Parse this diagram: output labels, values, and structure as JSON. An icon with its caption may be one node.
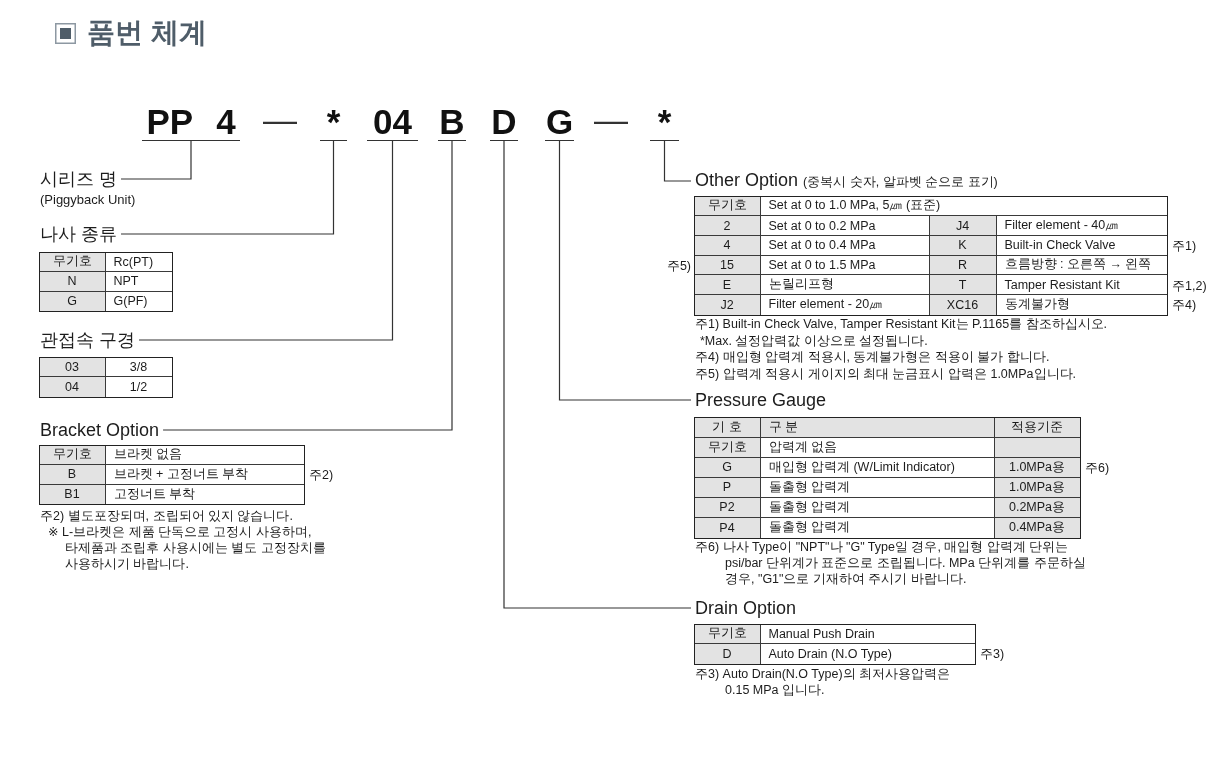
{
  "diagram": {
    "title": "품번 체계",
    "nodes": [
      {
        "text": [
          "PP 4"
        ]
      },
      {
        "text": [
          "*"
        ]
      },
      {
        "text": [
          "04"
        ]
      },
      {
        "text": [
          "B"
        ]
      },
      {
        "text": [
          "D"
        ]
      },
      {
        "text": [
          "G"
        ]
      },
      {
        "text": [
          "*"
        ]
      },
      {
        "text": [
          "시리즈 명"
        ],
        "beside": [
          "(Piggyback Unit)"
        ]
      },
      {
        "text": [
          "나사 종류"
        ]
      },
      {
        "text": [
          "관접속 구경"
        ]
      },
      {
        "text": [
          "Bracket Option"
        ]
      },
      {
        "text": [
          "Other Option",
          "(중복시 숫자, 알파벳 순으로 표기)"
        ]
      },
      {
        "text": [
          "Pressure Gauge"
        ]
      },
      {
        "text": [
          "Drain Option"
        ]
      }
    ],
    "edges": [
      {
        "from": 0,
        "to": 7,
        "arrow": "none"
      },
      {
        "from": 1,
        "to": 8,
        "arrow": "none"
      },
      {
        "from": 2,
        "to": 9,
        "arrow": "none"
      },
      {
        "from": 3,
        "to": 10,
        "arrow": "none"
      },
      {
        "from": 6,
        "to": 11,
        "arrow": "none"
      },
      {
        "from": 5,
        "to": 12,
        "arrow": "none"
      },
      {
        "from": 4,
        "to": 13,
        "arrow": "none"
      }
    ],
    "labels": [
      "—",
      "—",
      "무기호",
      "Rc(PT)",
      "N",
      "NPT",
      "G",
      "G(PF)",
      "03",
      "3/8",
      "04",
      "1/2",
      "무기호",
      "브라켓 없음",
      "B",
      "브라켓 + 고정너트 부착",
      "B1",
      "고정너트 부착",
      "주2)",
      "주2) 별도포장되며, 조립되어 있지 않습니다.",
      "※ L-브라켓은 제품 단독으로 고정시 사용하며, 타제품과 조립후 사용시에는 별도 고정장치를 사용하시기 바랍니다.",
      "무기호",
      "Set at 0 to 1.0 MPa, 5㎛ (표준)",
      "2",
      "Set at 0 to 0.2 MPa",
      "J4",
      "Filter element - 40㎛",
      "4",
      "Set at 0 to 0.4 MPa",
      "K",
      "Built-in Check Valve",
      "15",
      "Set at 0 to 1.5 MPa",
      "R",
      "흐름방향 : 오른쪽 → 왼쪽",
      "E",
      "논릴리프형",
      "T",
      "Tamper Resistant Kit",
      "J2",
      "Filter element - 20㎛",
      "XC16",
      "동계불가형",
      "주1)",
      "주5)",
      "주1,2)",
      "주4)",
      "주1) Built-in Check Valve, Tamper Resistant Kit는 P.1165를 참조하십시오.",
      "*Max. 설정압력값 이상으로 설정됩니다.",
      "주4) 매입형 압력계 적용시, 동계불가형은 적용이 불가 합니다.",
      "주5) 압력계 적용시 게이지의 최대 눈금표시 압력은 1.0MPa입니다.",
      "기 호",
      "구 분",
      "적용기준",
      "무기호",
      "압력계 없음",
      "G",
      "매입형 압력계 (W/Limit Indicator)",
      "1.0MPa용",
      "P",
      "돌출형 압력계",
      "1.0MPa용",
      "P2",
      "돌출형 압력계",
      "0.2MPa용",
      "P4",
      "돌출형 압력계",
      "0.4MPa용",
      "주6)",
      "주6) 나사 Type이 \"NPT\"나 \"G\" Type일 경우, 매입형 압력계 단위는 psi/bar 단위계가 표준으로 조립됩니다. MPa 단위계를 주문하실 경우, \"G1\"으로 기재하여 주시기 바랍니다.",
      "무기호",
      "Manual Push Drain",
      "D",
      "Auto Drain (N.O Type)",
      "주3)",
      "주3) Auto Drain(N.O Type)의 최저사용압력은 0.15 MPa 입니다."
    ]
  }
}
